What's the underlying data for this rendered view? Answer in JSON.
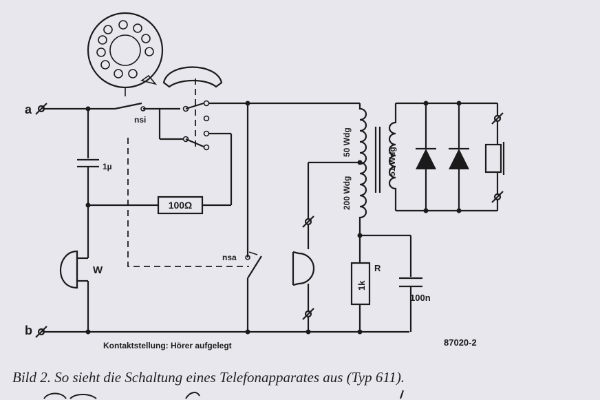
{
  "labels": {
    "terminal_a": "a",
    "terminal_b": "b",
    "switch_nsi": "nsi",
    "switch_nsa": "nsa",
    "capacitor_c1": "1µ",
    "resistor_100": "100Ω",
    "ringer": "W",
    "winding_50": "50 Wdg",
    "winding_200": "200 Wdg",
    "winding_51": "51 Wdg",
    "resistor_r_name": "R",
    "resistor_r_value": "1k",
    "capacitor_100n": "100n",
    "contact_note": "Kontaktstellung: Hörer aufgelegt",
    "figure_number": "87020-2"
  },
  "caption": "Bild 2. So sieht die Schaltung eines Telefonapparates aus (Typ 611)."
}
